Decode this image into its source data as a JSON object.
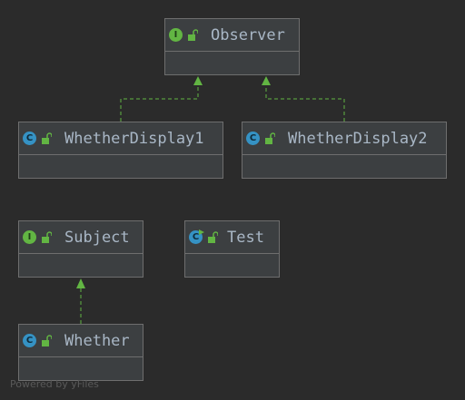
{
  "diagram": {
    "nodes": [
      {
        "id": "observer",
        "kind": "interface",
        "badge": "I",
        "title": "Observer"
      },
      {
        "id": "wd1",
        "kind": "class",
        "badge": "C",
        "title": "WhetherDisplay1"
      },
      {
        "id": "wd2",
        "kind": "class",
        "badge": "C",
        "title": "WhetherDisplay2"
      },
      {
        "id": "subject",
        "kind": "interface",
        "badge": "I",
        "title": "Subject"
      },
      {
        "id": "test",
        "kind": "main",
        "badge": "C",
        "title": "Test"
      },
      {
        "id": "whether",
        "kind": "class",
        "badge": "C",
        "title": "Whether"
      }
    ],
    "edges": [
      {
        "from": "wd1",
        "to": "observer",
        "relation": "implements"
      },
      {
        "from": "wd2",
        "to": "observer",
        "relation": "implements"
      },
      {
        "from": "whether",
        "to": "subject",
        "relation": "implements"
      }
    ]
  },
  "colors": {
    "background": "#2b2b2b",
    "edge": "#62b543",
    "interface_badge": "#62b543",
    "class_badge": "#3592c4",
    "title_text": "#a9b7c6"
  },
  "icons": {
    "visibility": "lock-open-icon"
  },
  "watermark": "Powered by yFiles"
}
